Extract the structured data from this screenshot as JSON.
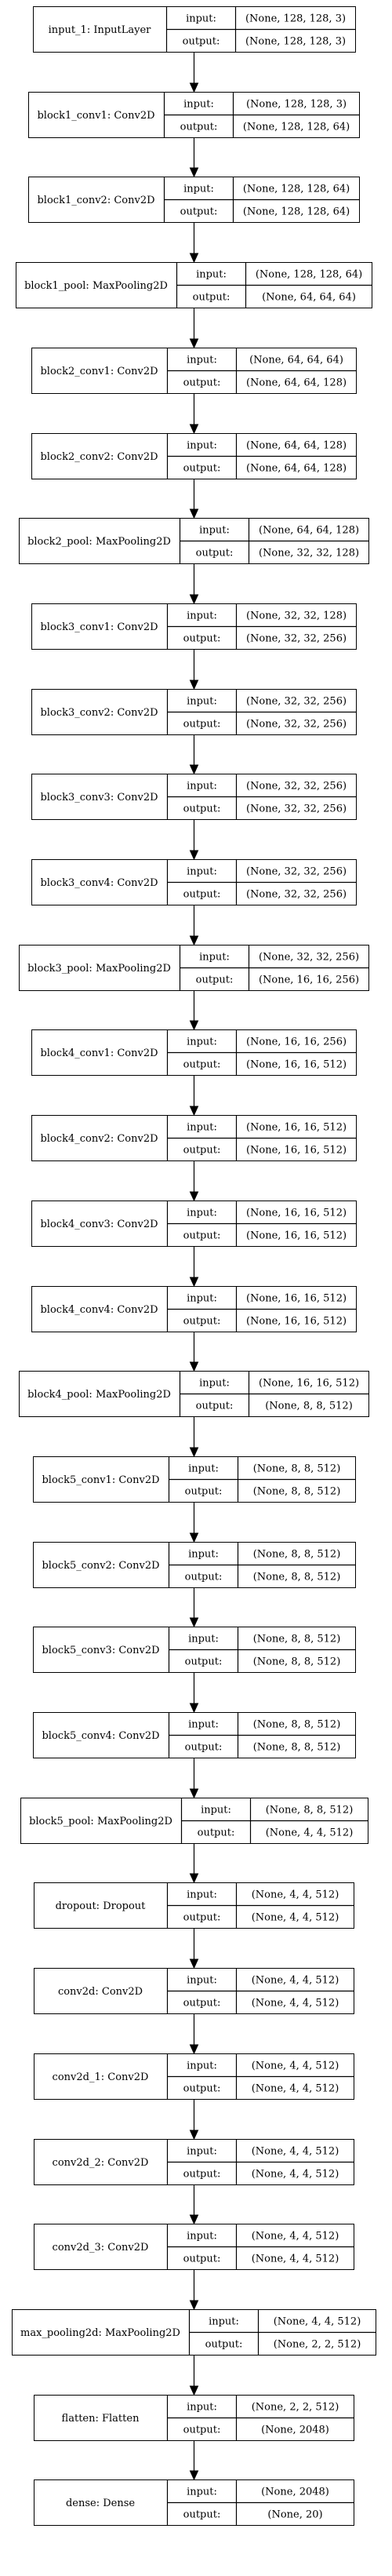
{
  "diagram": {
    "io_labels": {
      "input": "input:",
      "output": "output:"
    },
    "layers": [
      {
        "name": "input_1: InputLayer",
        "input": "(None, 128, 128, 3)",
        "output": "(None, 128, 128, 3)"
      },
      {
        "name": "block1_conv1: Conv2D",
        "input": "(None, 128, 128, 3)",
        "output": "(None, 128, 128, 64)"
      },
      {
        "name": "block1_conv2: Conv2D",
        "input": "(None, 128, 128, 64)",
        "output": "(None, 128, 128, 64)"
      },
      {
        "name": "block1_pool: MaxPooling2D",
        "input": "(None, 128, 128, 64)",
        "output": "(None, 64, 64, 64)"
      },
      {
        "name": "block2_conv1: Conv2D",
        "input": "(None, 64, 64, 64)",
        "output": "(None, 64, 64, 128)"
      },
      {
        "name": "block2_conv2: Conv2D",
        "input": "(None, 64, 64, 128)",
        "output": "(None, 64, 64, 128)"
      },
      {
        "name": "block2_pool: MaxPooling2D",
        "input": "(None, 64, 64, 128)",
        "output": "(None, 32, 32, 128)"
      },
      {
        "name": "block3_conv1: Conv2D",
        "input": "(None, 32, 32, 128)",
        "output": "(None, 32, 32, 256)"
      },
      {
        "name": "block3_conv2: Conv2D",
        "input": "(None, 32, 32, 256)",
        "output": "(None, 32, 32, 256)"
      },
      {
        "name": "block3_conv3: Conv2D",
        "input": "(None, 32, 32, 256)",
        "output": "(None, 32, 32, 256)"
      },
      {
        "name": "block3_conv4: Conv2D",
        "input": "(None, 32, 32, 256)",
        "output": "(None, 32, 32, 256)"
      },
      {
        "name": "block3_pool: MaxPooling2D",
        "input": "(None, 32, 32, 256)",
        "output": "(None, 16, 16, 256)"
      },
      {
        "name": "block4_conv1: Conv2D",
        "input": "(None, 16, 16, 256)",
        "output": "(None, 16, 16, 512)"
      },
      {
        "name": "block4_conv2: Conv2D",
        "input": "(None, 16, 16, 512)",
        "output": "(None, 16, 16, 512)"
      },
      {
        "name": "block4_conv3: Conv2D",
        "input": "(None, 16, 16, 512)",
        "output": "(None, 16, 16, 512)"
      },
      {
        "name": "block4_conv4: Conv2D",
        "input": "(None, 16, 16, 512)",
        "output": "(None, 16, 16, 512)"
      },
      {
        "name": "block4_pool: MaxPooling2D",
        "input": "(None, 16, 16, 512)",
        "output": "(None, 8, 8, 512)"
      },
      {
        "name": "block5_conv1: Conv2D",
        "input": "(None, 8, 8, 512)",
        "output": "(None, 8, 8, 512)"
      },
      {
        "name": "block5_conv2: Conv2D",
        "input": "(None, 8, 8, 512)",
        "output": "(None, 8, 8, 512)"
      },
      {
        "name": "block5_conv3: Conv2D",
        "input": "(None, 8, 8, 512)",
        "output": "(None, 8, 8, 512)"
      },
      {
        "name": "block5_conv4: Conv2D",
        "input": "(None, 8, 8, 512)",
        "output": "(None, 8, 8, 512)"
      },
      {
        "name": "block5_pool: MaxPooling2D",
        "input": "(None, 8, 8, 512)",
        "output": "(None, 4, 4, 512)"
      },
      {
        "name": "dropout: Dropout",
        "input": "(None, 4, 4, 512)",
        "output": "(None, 4, 4, 512)"
      },
      {
        "name": "conv2d: Conv2D",
        "input": "(None, 4, 4, 512)",
        "output": "(None, 4, 4, 512)"
      },
      {
        "name": "conv2d_1: Conv2D",
        "input": "(None, 4, 4, 512)",
        "output": "(None, 4, 4, 512)"
      },
      {
        "name": "conv2d_2: Conv2D",
        "input": "(None, 4, 4, 512)",
        "output": "(None, 4, 4, 512)"
      },
      {
        "name": "conv2d_3: Conv2D",
        "input": "(None, 4, 4, 512)",
        "output": "(None, 4, 4, 512)"
      },
      {
        "name": "max_pooling2d: MaxPooling2D",
        "input": "(None, 4, 4, 512)",
        "output": "(None, 2, 2, 512)"
      },
      {
        "name": "flatten: Flatten",
        "input": "(None, 2, 2, 512)",
        "output": "(None, 2048)"
      },
      {
        "name": "dense: Dense",
        "input": "(None, 2048)",
        "output": "(None, 20)"
      }
    ]
  }
}
